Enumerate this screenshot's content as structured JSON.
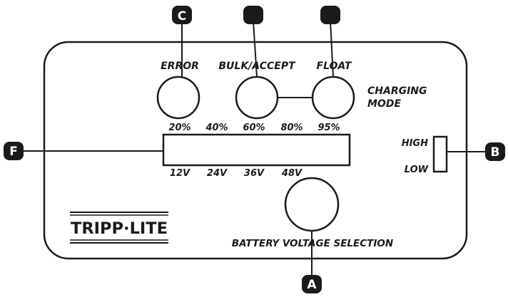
{
  "panel": {
    "indicators": {
      "error": "ERROR",
      "bulk_accept": "BULK/ACCEPT",
      "float": "FLOAT"
    },
    "charging_mode": [
      "CHARGING",
      "MODE"
    ],
    "percent_scale": [
      "20%",
      "40%",
      "60%",
      "80%",
      "95%"
    ],
    "voltage_scale": [
      "12V",
      "24V",
      "36V",
      "48V"
    ],
    "switch": {
      "high": "HIGH",
      "low": "LOW"
    },
    "battery_voltage_selection": "BATTERY VOLTAGE SELECTION",
    "brand_logo": "TRIPP·LITE"
  },
  "callouts": {
    "a": "A",
    "b": "B",
    "c": "C",
    "f": "F"
  }
}
